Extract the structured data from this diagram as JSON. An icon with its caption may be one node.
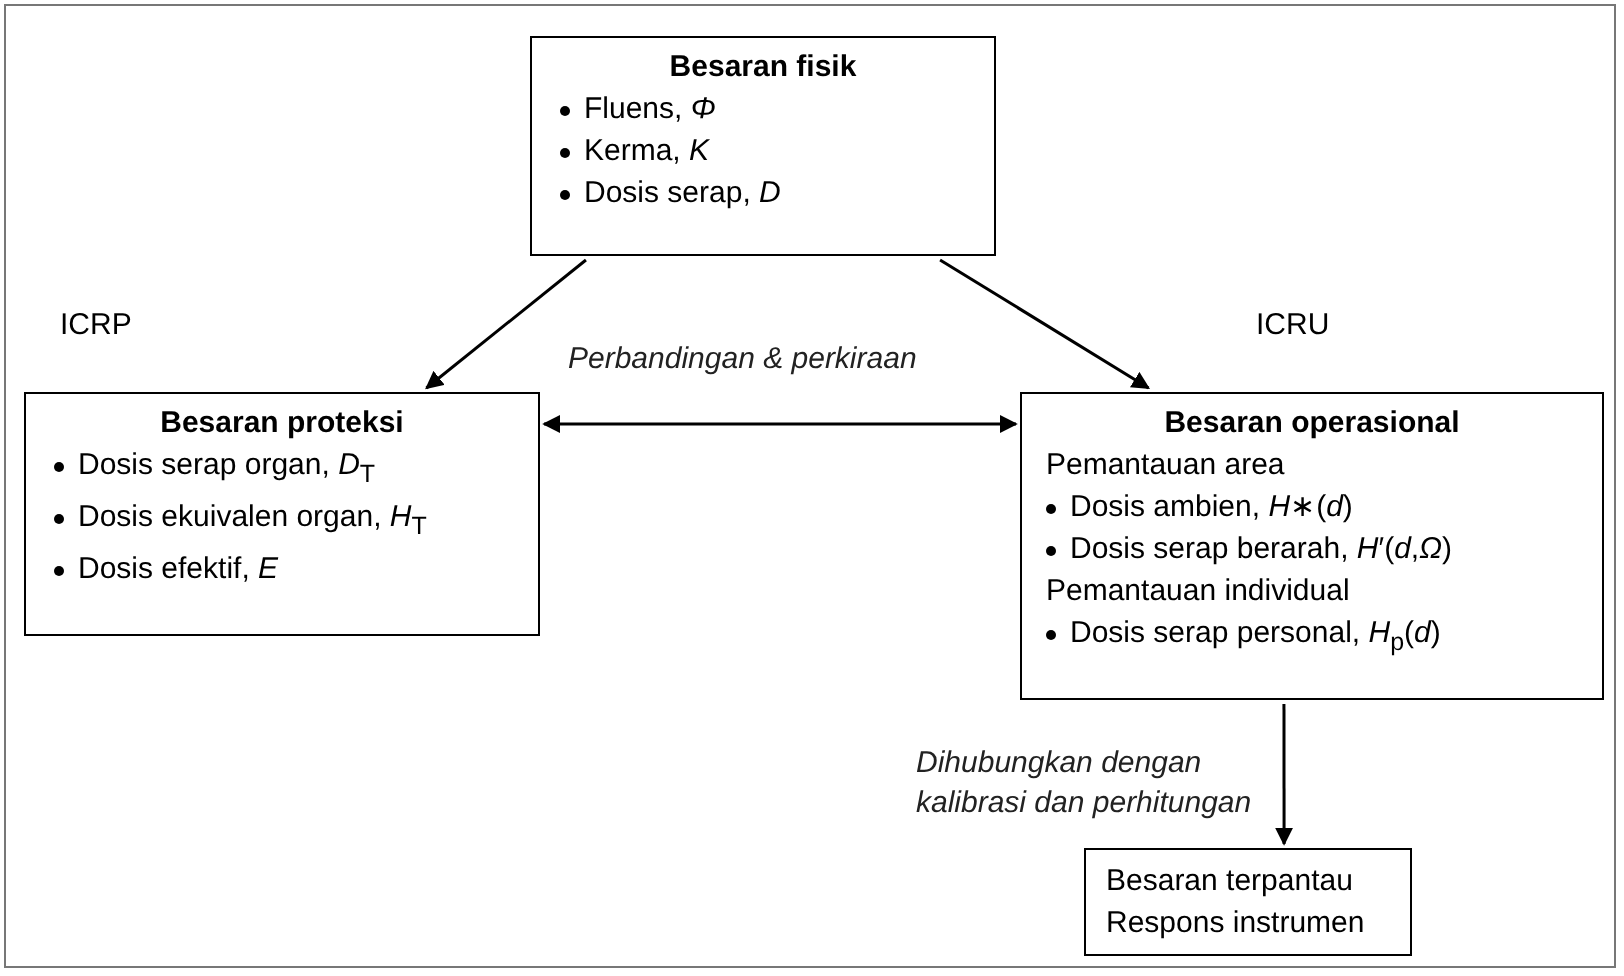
{
  "diagram": {
    "nodes": [
      {
        "text": [
          "Besaran fisik",
          "Fluens, *Φ*",
          "Kerma, *K*",
          "Dosis serap, *D*"
        ]
      },
      {
        "text": [
          "Besaran proteksi",
          "Dosis serap organ, *D*$_{T}$",
          "Dosis ekuivalen organ, *H*$_{T}$",
          "Dosis efektif, *E*"
        ],
        "beside": [
          "ICRP"
        ]
      },
      {
        "text": [
          "Besaran operasional",
          "Pemantauan area",
          "Dosis ambien, *H*∗(*d*)",
          "Dosis serap berarah, *H*′(*d*,*Ω*)",
          "Pemantauan individual",
          "Dosis serap personal, *H*$_{p}$(*d*)"
        ],
        "beside": [
          "ICRU"
        ]
      },
      {
        "text": [
          "Besaran terpantau",
          "Respons instrumen"
        ]
      }
    ],
    "edges": [
      {
        "from": 0,
        "to": 1,
        "arrow": "to"
      },
      {
        "from": 0,
        "to": 2,
        "arrow": "to"
      },
      {
        "from": 1,
        "to": 2,
        "arrow": "both",
        "label": "Perbandingan & perkiraan"
      },
      {
        "from": 2,
        "to": 3,
        "arrow": "to",
        "label": "Dihubungkan dengan kalibrasi dan perhitungan"
      }
    ]
  }
}
